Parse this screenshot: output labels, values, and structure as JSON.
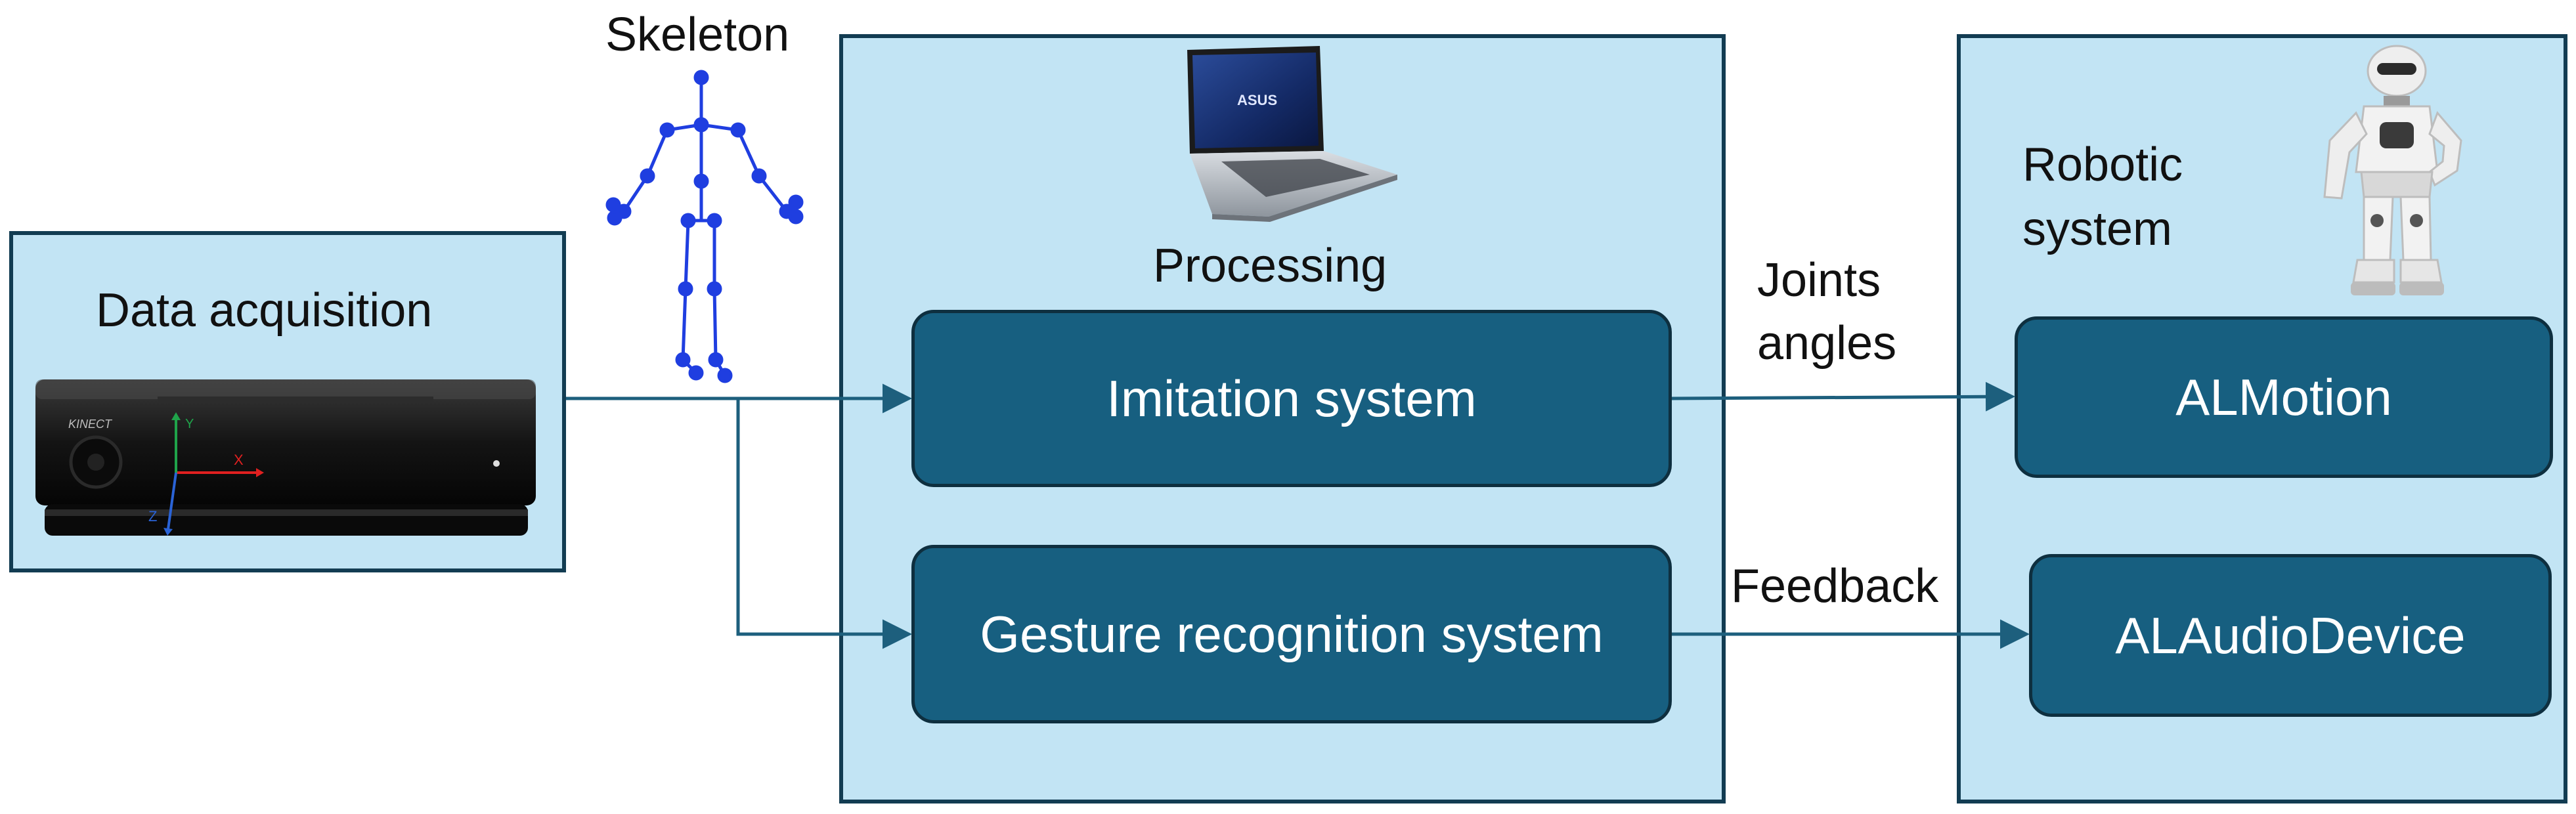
{
  "labels": {
    "skeleton": "Skeleton",
    "data_acquisition": "Data acquisition",
    "processing": "Processing",
    "robotic_system_line1": "Robotic",
    "robotic_system_line2": "system",
    "joints_line1": "Joints",
    "joints_line2": "angles",
    "feedback": "Feedback"
  },
  "nodes": {
    "imitation": "Imitation system",
    "gesture": "Gesture recognition system",
    "almotion": "ALMotion",
    "alaudio": "ALAudioDevice"
  },
  "device": {
    "brand": "KINECT",
    "axis_x": "X",
    "axis_y": "Y",
    "axis_z": "Z"
  },
  "laptop": {
    "brand": "ASUS"
  },
  "colors": {
    "panel_fill": "#c2e4f4",
    "panel_border": "#123c52",
    "node_fill": "#175f80",
    "arrow": "#1d5f7d",
    "skeleton": "#1f3ee0"
  }
}
